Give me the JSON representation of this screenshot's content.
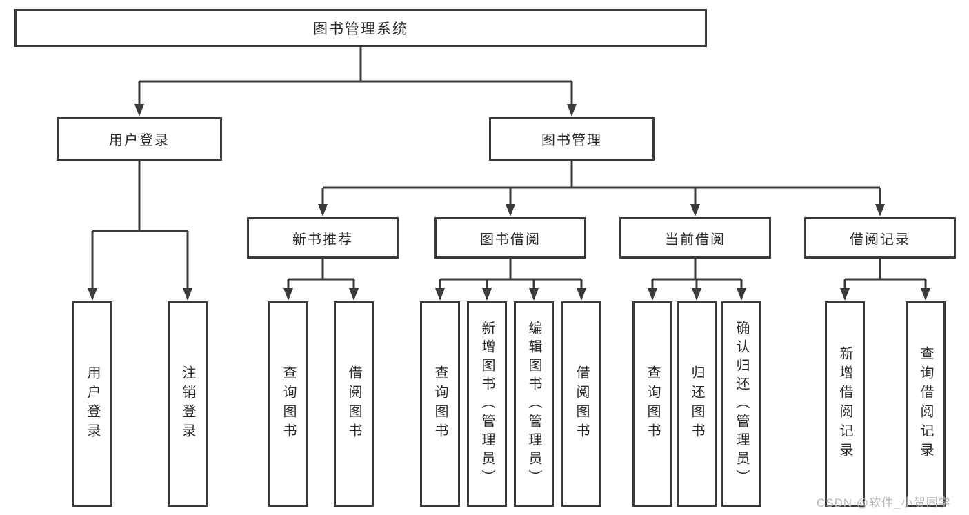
{
  "diagram_type": "tree",
  "title": {
    "label": "图书管理系统"
  },
  "level2": [
    {
      "label": "用户登录"
    },
    {
      "label": "图书管理"
    }
  ],
  "level3": [
    {
      "label": "新书推荐"
    },
    {
      "label": "图书借阅"
    },
    {
      "label": "当前借阅"
    },
    {
      "label": "借阅记录"
    }
  ],
  "leaves": {
    "user_login": [
      {
        "label": "用户登录"
      },
      {
        "label": "注销登录"
      }
    ],
    "new_book_recommend": [
      {
        "label": "查询图书"
      },
      {
        "label": "借阅图书"
      }
    ],
    "book_borrow": [
      {
        "label": "查询图书"
      },
      {
        "label": "新增图书（管理员）"
      },
      {
        "label": "编辑图书（管理员）"
      },
      {
        "label": "借阅图书"
      }
    ],
    "current_borrow": [
      {
        "label": "查询图书"
      },
      {
        "label": "归还图书"
      },
      {
        "label": "确认归还（管理员）"
      }
    ],
    "borrow_records": [
      {
        "label": "新增借阅记录"
      },
      {
        "label": "查询借阅记录"
      }
    ]
  },
  "watermark": {
    "label": "CSDN @软件_小贺同学"
  },
  "colors": {
    "line": "#3a3a3a",
    "box_border": "#3a3a3a",
    "box_bg": "#ffffff",
    "text": "#2b2b2b",
    "watermark": "#b5b5b5"
  }
}
